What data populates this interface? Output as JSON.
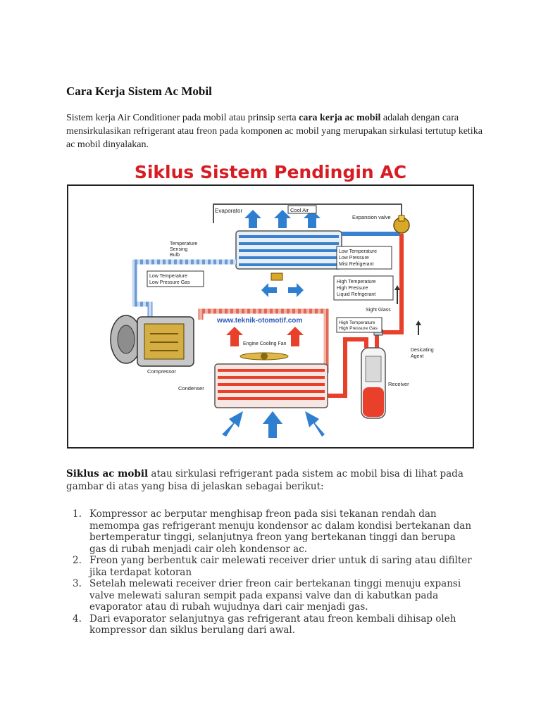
{
  "document": {
    "title": "Cara Kerja Sistem Ac Mobil",
    "intro_before": "Sistem kerja Air Conditioner pada mobil atau prinsip serta ",
    "intro_bold": "cara kerja ac mobil",
    "intro_after": " adalah dengan cara mensirkulasikan refrigerant atau freon pada komponen ac mobil yang merupakan sirkulasi tertutup ketika ac mobil dinyalakan.",
    "cycle_bold": "Siklus ac mobil",
    "cycle_after": " atau sirkulasi refrigerant pada sistem ac mobil bisa di lihat pada gambar di atas yang bisa di jelaskan sebagai berikut:",
    "steps": [
      {
        "num": "1.",
        "text": "Kompressor ac berputar menghisap freon pada sisi tekanan rendah dan memompa gas refrigerant menuju kondensor ac dalam kondisi bertekanan dan bertemperatur tinggi, selanjutnya freon yang bertekanan tinggi dan berupa gas di rubah menjadi cair oleh kondensor ac."
      },
      {
        "num": "2.",
        "text": "Freon yang berbentuk cair melewati receiver drier untuk di saring atau difilter jika terdapat kotoran"
      },
      {
        "num": "3.",
        "text": "Setelah melewati receiver drier freon cair bertekanan tinggi menuju expansi valve melewati saluran sempit pada expansi valve dan di kabutkan  pada evaporator atau di rubah wujudnya dari cair menjadi gas."
      },
      {
        "num": "4.",
        "text": "Dari evaporator selanjutnya gas refrigerant atau freon kembali dihisap oleh kompressor dan siklus berulang dari awal."
      }
    ]
  },
  "figure": {
    "title": "Siklus Sistem Pendingin AC",
    "labels": {
      "evaporator": "Evaporator",
      "cool_air": "Cool Air",
      "expansion_valve": "Expansion valve",
      "temp_bulb_1": "Temperature",
      "temp_bulb_2": "Sensing",
      "temp_bulb_3": "Bulb",
      "low_temp_mist_1": "Low Temperature",
      "low_temp_mist_2": "Low Pressure",
      "low_temp_mist_3": "Mist Refrigerant",
      "low_temp_gas_1": "Low Temperature",
      "low_temp_gas_2": "Low Pressure Gas",
      "high_liq_1": "High Temperature",
      "high_liq_2": "High Pressure",
      "high_liq_3": "Liquid Refrigerant",
      "sight_glass": "Sight Glass",
      "watermark": "www.teknik-otomotif.com",
      "high_gas_1": "High Temperature",
      "high_gas_2": "High Pressure Gas",
      "desiccating_1": "Desicating",
      "desiccating_2": "Agent",
      "engine_fan": "Engine Cooling Fan",
      "compressor": "Compressor",
      "condenser": "Condenser",
      "receiver": "Receiver"
    },
    "colors": {
      "title": "#d71d24",
      "high_pressure": "#e8402a",
      "low_pressure": "#3a82cf",
      "outline": "#333333",
      "airflow": "#2f7fd1"
    }
  }
}
